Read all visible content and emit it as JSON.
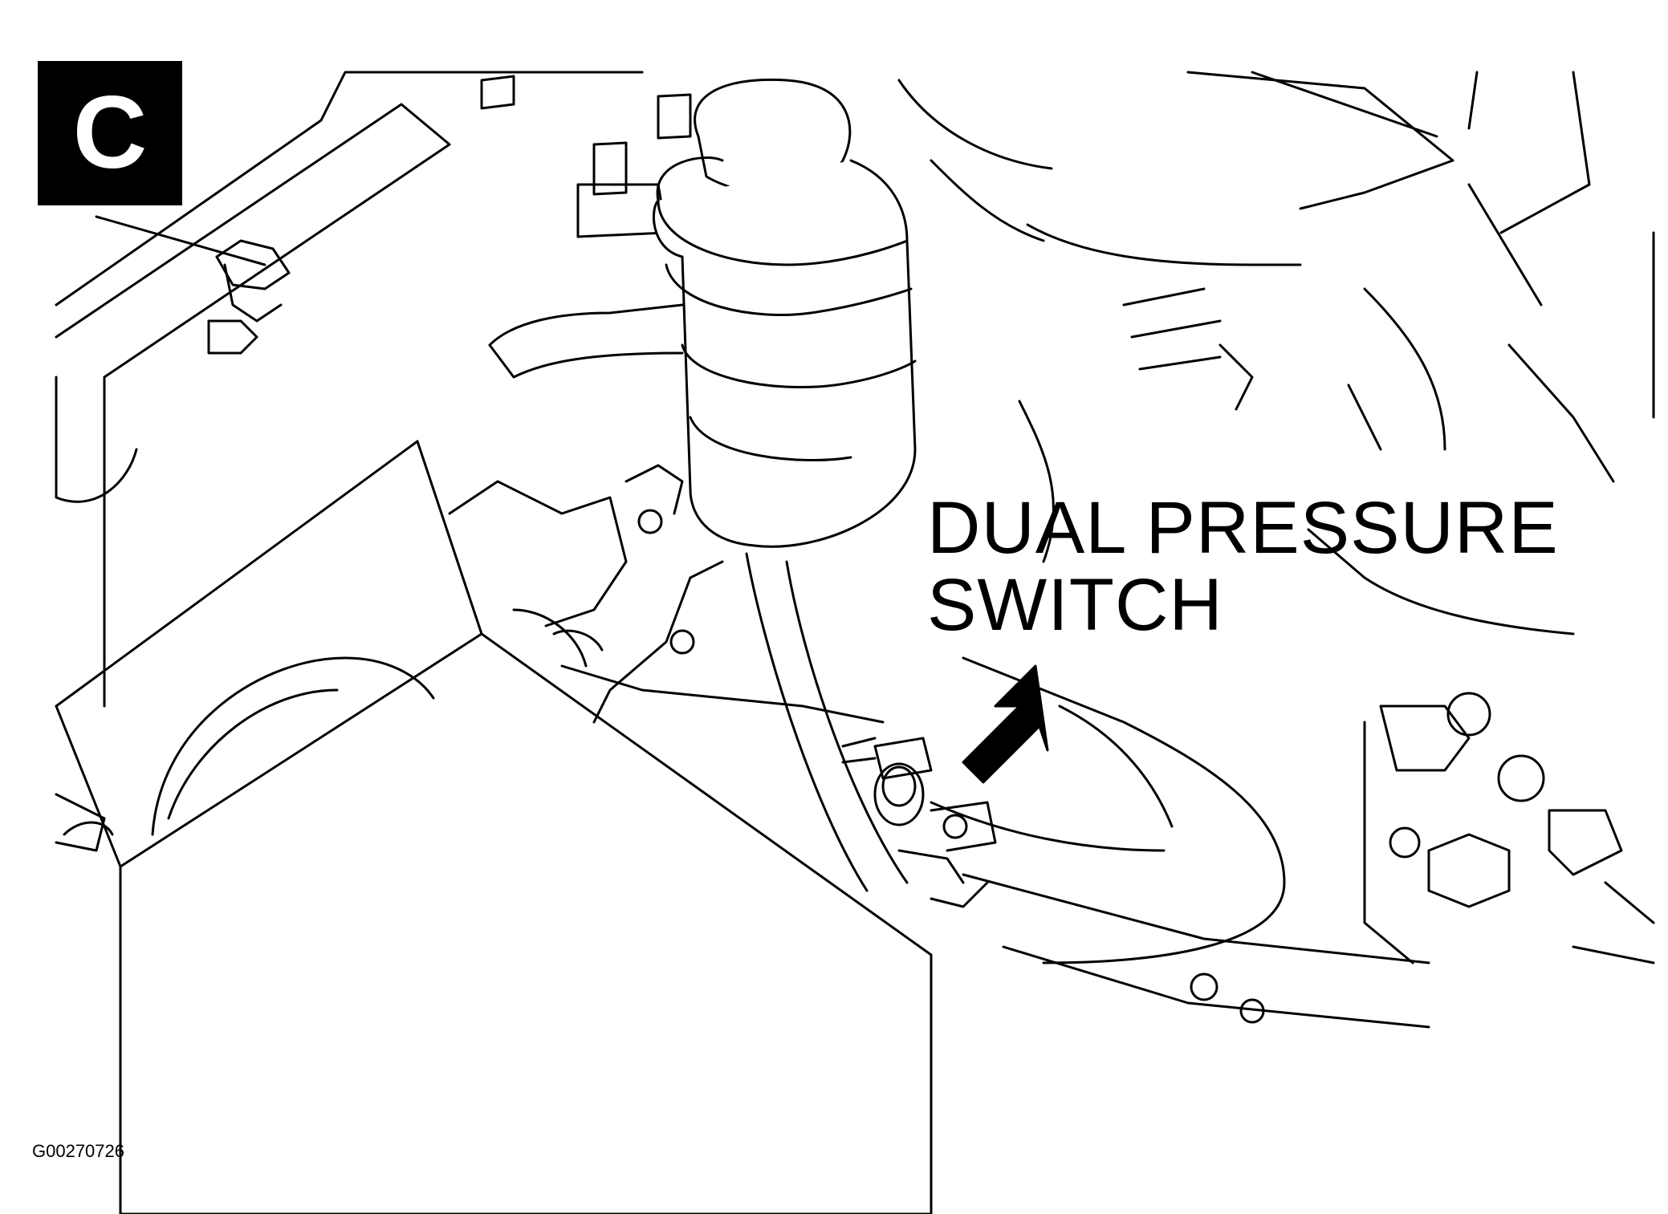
{
  "figure": {
    "panel_letter": "C",
    "callout": {
      "line1": "DUAL PRESSURE",
      "line2": "SWITCH"
    },
    "figure_id": "G00270726"
  },
  "colors": {
    "ink": "#000000",
    "paper": "#ffffff"
  }
}
